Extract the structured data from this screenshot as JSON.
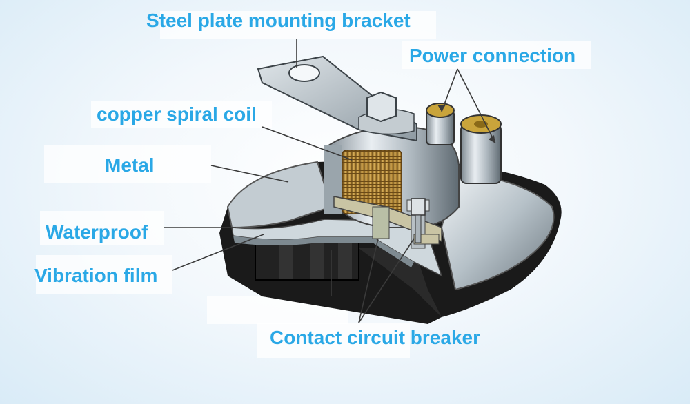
{
  "labels": {
    "steel_plate": "Steel plate mounting bracket",
    "power_connection": "Power connection",
    "copper_coil": "copper spiral coil",
    "metal": "Metal",
    "waterproof": "Waterproof",
    "vibration_film": "Vibration film",
    "contact_breaker": "Contact circuit breaker"
  },
  "colors": {
    "label_text": "#2aa8e6",
    "leader_line": "#3a3a3a",
    "background_center": "#ffffff",
    "background_edge": "#d9ebf7"
  }
}
